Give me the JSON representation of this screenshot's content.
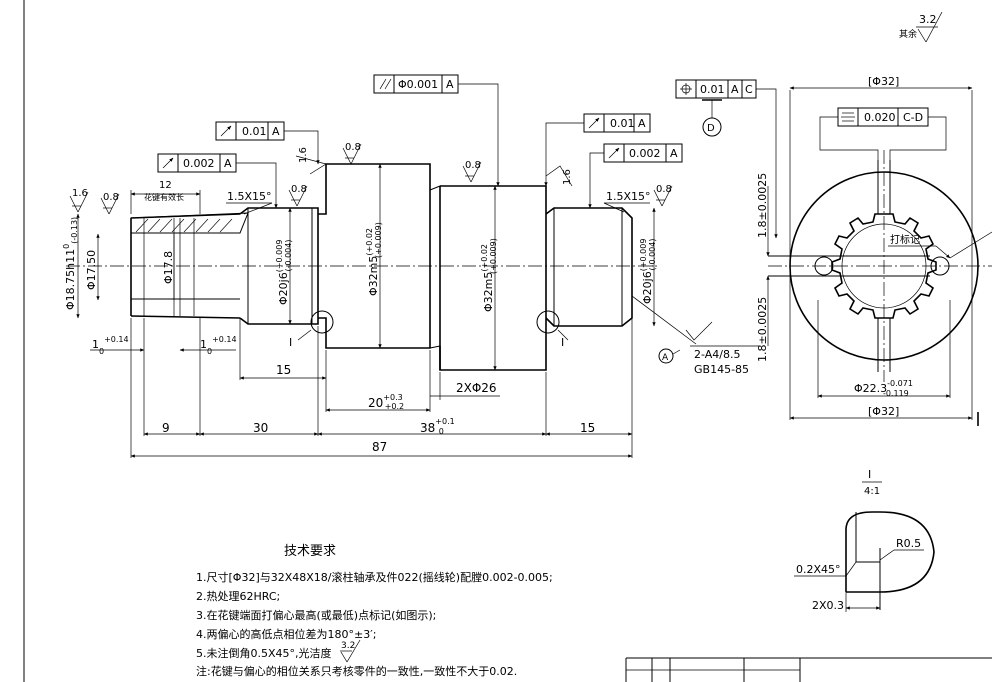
{
  "roughness": {
    "corner_value": "3.2",
    "corner_note": "其余",
    "r1_6": "1.6",
    "r0_8": "0.8"
  },
  "gdt": {
    "parallel": {
      "value": "Φ0.001",
      "datum": "A"
    },
    "runout_a1": {
      "value": "0.01",
      "datum": "A"
    },
    "runout_a2": {
      "value": "0.01",
      "datum": "A"
    },
    "runout_b1": {
      "value": "0.002",
      "datum": "A"
    },
    "runout_b2": {
      "value": "0.002",
      "datum": "A"
    },
    "position": {
      "value": "0.01",
      "datum1": "A",
      "datum2": "C"
    },
    "symmetry": {
      "value": "0.020",
      "datum": "C-D"
    },
    "datum_d": "D",
    "datum_a": "A"
  },
  "shaft": {
    "spline_note": "花键有效长",
    "dim_12": "12",
    "chamfer_left": "1.5X15°",
    "chamfer_right": "1.5X15°",
    "d_18_75": "Φ18.75h11",
    "d_18_75_tol_up": "0",
    "d_18_75_tol_low": "(-0.13)",
    "d_17_50": "Φ17.50",
    "d_17_8": "Φ17.8",
    "d_20j6_left": "Φ20j6",
    "d_20j6_right": "Φ20j6",
    "j6_up": "(+0.009",
    "j6_low": "(-0.004)",
    "d_32m5_left": "Φ32m5",
    "d_32m5_right": "Φ32m5",
    "m5_up": "(+0.02",
    "m5_low": "(+0.009)",
    "groove_left": "1",
    "groove_left_tol": "+0.14",
    "groove_left_sub": "0",
    "groove_right": "1",
    "groove_right_tol": "+0.14",
    "groove_right_sub": "0",
    "detail_i": "I",
    "center_hole": "2-A4/8.5",
    "center_std": "GB145-85"
  },
  "dims": {
    "d15_upper": "15",
    "d2x26": "2XΦ26",
    "d20": "20",
    "d20_up": "+0.3",
    "d20_low": "+0.2",
    "d9": "9",
    "d30": "30",
    "d38": "38",
    "d38_up": "+0.1",
    "d38_low": "0",
    "d15_lower": "15",
    "d87": "87"
  },
  "section": {
    "d32_top": "[Φ32]",
    "d32_bottom": "[Φ32]",
    "tol_upper": "1.8±0.0025",
    "tol_lower": "1.8±0.0025",
    "mark_note": "打标记",
    "d22_3": "Φ22.3",
    "d22_3_up": "-0.071",
    "d22_3_low": "-0.119"
  },
  "detail": {
    "label": "I",
    "scale": "4:1",
    "r0_5": "R0.5",
    "chamfer": "0.2X45°",
    "width": "2X0.3"
  },
  "notes": {
    "title": "技术要求",
    "items": [
      "1.尺寸[Φ32]与32X48X18/滚柱轴承及件022(摇线轮)配膛0.002-0.005;",
      "2.热处理62HRC;",
      "3.在花键端面打偏心最高(或最低)点标记(如图示);",
      "4.两偏心的高低点相位差为180°±3′;",
      "5.未注倒角0.5X45°,光洁度",
      "注:花键与偏心的相位关系只考核零件的一致性,一致性不大于0.02."
    ],
    "roughness_value": "3.2"
  }
}
